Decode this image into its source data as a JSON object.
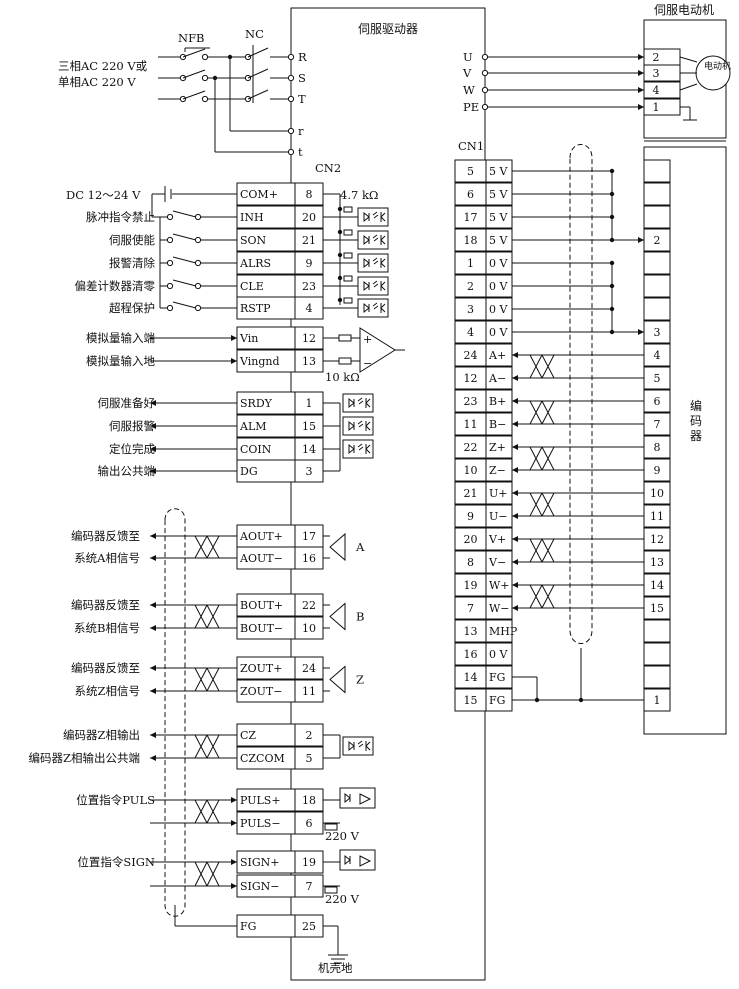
{
  "titles": {
    "driver": "伺服驱动器",
    "motor": "伺服电动机",
    "encoder": "编码器",
    "motor_symbol": "电动机"
  },
  "power": {
    "input_3ph": "三相AC 220 V或",
    "input_1ph": "单相AC 220 V",
    "nfb": "NFB",
    "nc": "NC",
    "terminals": [
      "R",
      "S",
      "T",
      "r",
      "t"
    ]
  },
  "motor_out": {
    "terms": [
      "U",
      "V",
      "W",
      "PE"
    ],
    "motor_pins": [
      "2",
      "3",
      "4",
      "1"
    ]
  },
  "cn2_label": "CN2",
  "cn1_label": "CN1",
  "dc_label": "DC 12～24 V",
  "resistor_47k": "4.7 kΩ",
  "resistor_10k": "10 kΩ",
  "v220": "220 V",
  "ground_label": "机壳地",
  "cn2_rows": [
    {
      "sig": "COM+",
      "pin": "8"
    },
    {
      "sig": "INH",
      "pin": "20",
      "desc": "脉冲指令禁止"
    },
    {
      "sig": "SON",
      "pin": "21",
      "desc": "伺服使能"
    },
    {
      "sig": "ALRS",
      "pin": "9",
      "desc": "报警清除"
    },
    {
      "sig": "CLE",
      "pin": "23",
      "desc": "偏差计数器清零"
    },
    {
      "sig": "RSTP",
      "pin": "4",
      "desc": "超程保护"
    },
    {
      "sig": "Vin",
      "pin": "12",
      "desc": "模拟量输入端"
    },
    {
      "sig": "Vingnd",
      "pin": "13",
      "desc": "模拟量输入地"
    },
    {
      "sig": "SRDY",
      "pin": "1",
      "desc": "伺服准备好"
    },
    {
      "sig": "ALM",
      "pin": "15",
      "desc": "伺服报警"
    },
    {
      "sig": "COIN",
      "pin": "14",
      "desc": "定位完成"
    },
    {
      "sig": "DG",
      "pin": "3",
      "desc": "输出公共端"
    },
    {
      "sig": "AOUT+",
      "pin": "17",
      "desc": "编码器反馈至"
    },
    {
      "sig": "AOUT−",
      "pin": "16",
      "desc": "系统A相信号"
    },
    {
      "sig": "BOUT+",
      "pin": "22",
      "desc": "编码器反馈至"
    },
    {
      "sig": "BOUT−",
      "pin": "10",
      "desc": "系统B相信号"
    },
    {
      "sig": "ZOUT+",
      "pin": "24",
      "desc": "编码器反馈至"
    },
    {
      "sig": "ZOUT−",
      "pin": "11",
      "desc": "系统Z相信号"
    },
    {
      "sig": "CZ",
      "pin": "2",
      "desc": "编码器Z相输出"
    },
    {
      "sig": "CZCOM",
      "pin": "5",
      "desc": "编码器Z相输出公共端"
    },
    {
      "sig": "PULS+",
      "pin": "18",
      "desc": "位置指令PULS"
    },
    {
      "sig": "PULS−",
      "pin": "6"
    },
    {
      "sig": "SIGN+",
      "pin": "19",
      "desc": "位置指令SIGN"
    },
    {
      "sig": "SIGN−",
      "pin": "7"
    },
    {
      "sig": "FG",
      "pin": "25"
    }
  ],
  "diff_labels": [
    "A",
    "B",
    "Z"
  ],
  "cn1_rows": [
    {
      "pin": "5",
      "sig": "5 V"
    },
    {
      "pin": "6",
      "sig": "5 V"
    },
    {
      "pin": "17",
      "sig": "5 V"
    },
    {
      "pin": "18",
      "sig": "5 V"
    },
    {
      "pin": "1",
      "sig": "0 V"
    },
    {
      "pin": "2",
      "sig": "0 V"
    },
    {
      "pin": "3",
      "sig": "0 V"
    },
    {
      "pin": "4",
      "sig": "0 V"
    },
    {
      "pin": "24",
      "sig": "A+"
    },
    {
      "pin": "12",
      "sig": "A−"
    },
    {
      "pin": "23",
      "sig": "B+"
    },
    {
      "pin": "11",
      "sig": "B−"
    },
    {
      "pin": "22",
      "sig": "Z+"
    },
    {
      "pin": "10",
      "sig": "Z−"
    },
    {
      "pin": "21",
      "sig": "U+"
    },
    {
      "pin": "9",
      "sig": "U−"
    },
    {
      "pin": "20",
      "sig": "V+"
    },
    {
      "pin": "8",
      "sig": "V−"
    },
    {
      "pin": "19",
      "sig": "W+"
    },
    {
      "pin": "7",
      "sig": "W−"
    },
    {
      "pin": "13",
      "sig": "MHP"
    },
    {
      "pin": "16",
      "sig": "0 V"
    },
    {
      "pin": "14",
      "sig": "FG"
    },
    {
      "pin": "15",
      "sig": "FG"
    }
  ],
  "encoder_pins": [
    {
      "row": 3,
      "label": "2"
    },
    {
      "row": 7,
      "label": "3"
    },
    {
      "row": 8,
      "label": "4"
    },
    {
      "row": 9,
      "label": "5"
    },
    {
      "row": 10,
      "label": "6"
    },
    {
      "row": 11,
      "label": "7"
    },
    {
      "row": 12,
      "label": "8"
    },
    {
      "row": 13,
      "label": "9"
    },
    {
      "row": 14,
      "label": "10"
    },
    {
      "row": 15,
      "label": "11"
    },
    {
      "row": 16,
      "label": "12"
    },
    {
      "row": 17,
      "label": "13"
    },
    {
      "row": 18,
      "label": "14"
    },
    {
      "row": 19,
      "label": "15"
    },
    {
      "row": 23,
      "label": "1"
    }
  ]
}
